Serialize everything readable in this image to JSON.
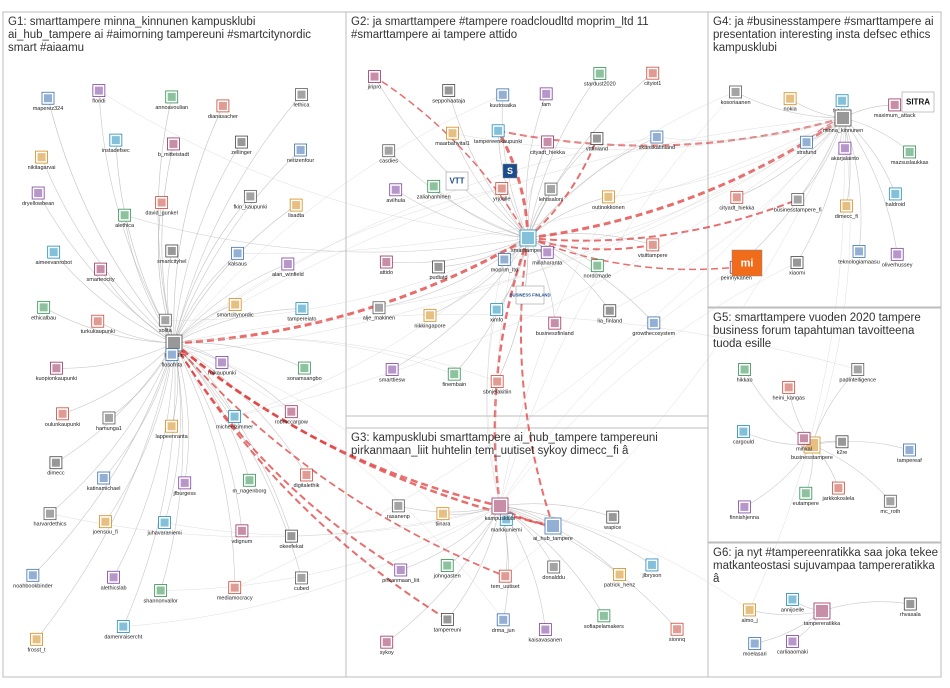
{
  "groups": [
    {
      "id": "G1",
      "title_lines": [
        "G1: smarttampere minna_kinnunen kampusklubi",
        "ai_hub_tampere ai #aimorning tampereuni #smartcitynordic",
        "smart #aiaamu"
      ]
    },
    {
      "id": "G2",
      "title_lines": [
        "G2: ja smarttampere #tampere roadcloudltd moprim_ltd 11",
        "#smarttampere ai tampere attido"
      ]
    },
    {
      "id": "G3",
      "title_lines": [
        "G3: kampusklubi smarttampere ai_hub_tampere tampereuni",
        "pirkanmaan_liit huhtelin tem_uutiset sykoy dimecc_fi â"
      ]
    },
    {
      "id": "G4",
      "title_lines": [
        "G4: ja #businesstampere #smarttampere ai",
        "presentation interesting insta defsec ethics",
        "kampusklubi"
      ]
    },
    {
      "id": "G5",
      "title_lines": [
        "G5: smarttampere vuoden 2020 tampere",
        "business forum tapahtuman tavoitteena",
        "tuoda esille"
      ]
    },
    {
      "id": "G6",
      "title_lines": [
        "G6: ja nyt #tampereenratikka saa joka tekee",
        "matkanteostasi sujuvampaa tampereratikka",
        "â"
      ]
    }
  ],
  "nodes": {
    "G1": [
      "maperez324",
      "floridi",
      "annoavoulian",
      "dianasacher",
      "lethica",
      "nikitagarvai",
      "instadefsec",
      "b_mitteistadt",
      "zellinger",
      "netizenfour",
      "dryellowbean",
      "alethica",
      "david_gunkel",
      "fkin_kaupunki",
      "lisadta",
      "aimeevanrobot",
      "smarteocity",
      "smartcityhel",
      "kalsaus",
      "alan_winfield",
      "ethicalbau",
      "turkukaupunki",
      "solita",
      "smartcitynordic",
      "tampereiato",
      "kuopionkaupunki",
      "huhtelin",
      "flosofrita",
      "roikaupunki",
      "sonamsangbo",
      "oulunkaupunki",
      "hamunga1",
      "lappeenranta",
      "micheelzimmer",
      "robmccargow",
      "dimecc",
      "katinamichael",
      "jfburgess",
      "m_nagenborg",
      "digitalethik",
      "harvardethics",
      "joensuu_fi",
      "juhavaraniemi",
      "vdignum",
      "okeefekat",
      "noahbookbinder",
      "alethicslab",
      "shannonvallor",
      "mediamocracy",
      "cubed",
      "frosst_t",
      "damenraisercht"
    ],
    "G2": [
      "jiripro",
      "seppohaataja",
      "kuutosaika",
      "tam",
      "stardust2020",
      "cityiot1",
      "casdies",
      "maarbahvital1",
      "tampereenkaupunki",
      "cityadt_hiekka",
      "vttfinland",
      "skanskafinland",
      "avilhula",
      "zaliahanhinen",
      "yrjoalle",
      "lehtisaloni",
      "outinokkonen",
      "smarttampere",
      "attido",
      "pudiatd",
      "moprim_ltd",
      "millaharanta",
      "nordcmade",
      "visittampere",
      "alje_makinen",
      "nikkingapore",
      "ximfo",
      "businessfinland",
      "lia_finland",
      "growthecosystem",
      "smarttiesw",
      "finembain",
      "sbnjelakitiin"
    ],
    "G3": [
      "rasanenp",
      "tiinara",
      "markkuniemi",
      "kampusklubi",
      "wapice",
      "ai_hub_tampere",
      "pirkanmaan_liit",
      "johngasten",
      "tem_uutiset",
      "donalddu",
      "patrick_henz",
      "jlbryson",
      "sykoy",
      "tampereuni",
      "drma_jun",
      "kaisavasanen",
      "sofiapelamakers",
      "sionnq"
    ],
    "G4": [
      "kosoriaanen",
      "nokia",
      "futurice",
      "maximum_attack",
      "minna_kinnunen",
      "strafund",
      "akarjalainto",
      "mazsuslaukkas",
      "cityadt_hiekka",
      "businesstampere_fi",
      "dimecc_fi",
      "haldroid",
      "peirinykanen",
      "xiaomi",
      "teknologiamaasu",
      "oliverhussey"
    ],
    "G5": [
      "hikkao",
      "heini_kangas",
      "padintelligence",
      "businesstampere",
      "cargould",
      "mihkal",
      "k2re",
      "tampereaf",
      "finnishjenna",
      "eutampere",
      "jarkkokoslela",
      "mc_roth"
    ],
    "G6": [
      "almo_j",
      "annijoelle",
      "tampereratikka",
      "rhvasala",
      "moelasari",
      "carliaaomaki"
    ]
  },
  "badges": {
    "vtt": "VTT",
    "business_finland": "BUSINESS FINLAND",
    "sitra": "SITRA",
    "xiaomi": "mi",
    "s_logo": "S"
  }
}
